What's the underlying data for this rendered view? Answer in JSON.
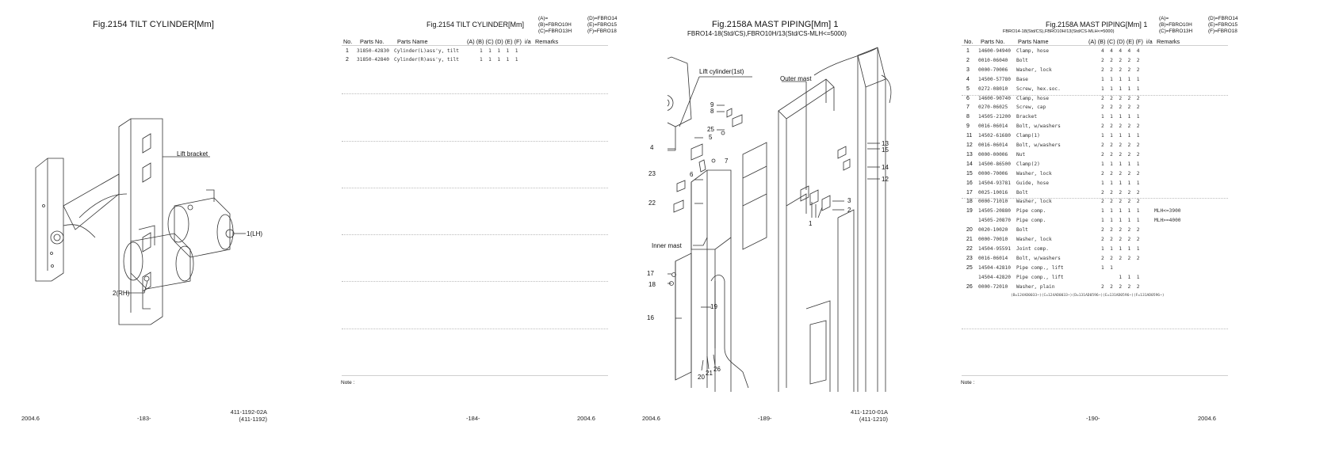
{
  "page1": {
    "fig_title": "Fig.2154  TILT CYLINDER[Mm]",
    "labels": {
      "lift_bracket": "Lift bracket",
      "lh": "1(LH)",
      "rh": "2(RH)"
    },
    "footer": {
      "date": "2004.6",
      "page": "-183-",
      "code1": "411-1192-02A",
      "code2": "(411-1192)"
    }
  },
  "page2": {
    "fig_title": "Fig.2154  TILT CYLINDER[Mm]",
    "models": [
      {
        "a": "(A)=",
        "b": "(D)=FBRO14"
      },
      {
        "a": "(B)=FBRO10H",
        "b": "(E)=FBRO15"
      },
      {
        "a": "(C)=FBRO13H",
        "b": "(F)=FBRO18"
      }
    ],
    "columns": {
      "no": "No.",
      "parts_no": "Parts No.",
      "parts_name": "Parts Name",
      "abcdef": "(A) (B) (C) (D) (E) (F)",
      "ia": "i/a",
      "remarks": "Remarks"
    },
    "rows": [
      {
        "no": "1",
        "parts_no": "31850-42830",
        "name": "Cylinder(L)ass'y, tilt",
        "qty": "1  1  1  1  1",
        "remarks": ""
      },
      {
        "no": "2",
        "parts_no": "31850-42840",
        "name": "Cylinder(R)ass'y, tilt",
        "qty": "1  1  1  1  1",
        "remarks": ""
      }
    ],
    "note": "Note :",
    "footer": {
      "page": "-184-",
      "date": "2004.6"
    }
  },
  "page3": {
    "fig_title": "Fig.2158A  MAST PIPING[Mm] 1",
    "subtitle": "FBRO14-18(Std/CS),FBRO10H/13(Std/CS-MLH<=5000)",
    "labels": {
      "lift_cyl": "Lift cylinder(1st)",
      "outer_mast": "Outer mast",
      "inner_mast": "Inner mast",
      "n1": "1",
      "n2": "2",
      "n3": "3",
      "n4": "4",
      "n5": "5",
      "n6": "6",
      "n7": "7",
      "n8": "8",
      "n9": "9",
      "n12": "12",
      "n13": "13",
      "n14": "14",
      "n15": "15",
      "n16": "16",
      "n17": "17",
      "n18": "18",
      "n19": "19",
      "n20": "20",
      "n21": "21",
      "n22": "22",
      "n23": "23",
      "n25": "25",
      "n26": "26"
    },
    "footer": {
      "date": "2004.6",
      "page": "-189-",
      "code1": "411-1210-01A",
      "code2": "(411-1210)"
    }
  },
  "page4": {
    "fig_title": "Fig.2158A  MAST PIPING[Mm] 1",
    "subtitle": "FBRO14-18(Std/CS),FBRO10H/13(Std/CS-MLH<=5000)",
    "models": [
      {
        "a": "(A)=",
        "b": "(D)=FBRO14"
      },
      {
        "a": "(B)=FBRO10H",
        "b": "(E)=FBRO15"
      },
      {
        "a": "(C)=FBRO13H",
        "b": "(F)=FBRO18"
      }
    ],
    "columns": {
      "no": "No.",
      "parts_no": "Parts No.",
      "parts_name": "Parts Name",
      "abcdef": "(A) (B) (C) (D) (E) (F)",
      "ia": "i/a",
      "remarks": "Remarks"
    },
    "rows": [
      {
        "no": "1",
        "parts_no": "14600-94940",
        "name": "Clamp, hose",
        "qty": "4  4  4  4  4",
        "remarks": ""
      },
      {
        "no": "2",
        "parts_no": "0010-06040",
        "name": "Bolt",
        "qty": "2  2  2  2  2",
        "remarks": ""
      },
      {
        "no": "3",
        "parts_no": "0000-70006",
        "name": "Washer, lock",
        "qty": "2  2  2  2  2",
        "remarks": ""
      },
      {
        "no": "4",
        "parts_no": "14500-57780",
        "name": "Base",
        "qty": "1  1  1  1  1",
        "remarks": ""
      },
      {
        "no": "5",
        "parts_no": "0272-08010",
        "name": "Screw, hex.soc.",
        "qty": "1  1  1  1  1",
        "remarks": ""
      },
      {
        "no": "6",
        "parts_no": "14600-90740",
        "name": "Clamp, hose",
        "qty": "2  2  2  2  2",
        "remarks": ""
      },
      {
        "no": "7",
        "parts_no": "0270-06025",
        "name": "Screw, cap",
        "qty": "2  2  2  2  2",
        "remarks": ""
      },
      {
        "no": "8",
        "parts_no": "14505-21200",
        "name": "Bracket",
        "qty": "1  1  1  1  1",
        "remarks": ""
      },
      {
        "no": "9",
        "parts_no": "0016-06014",
        "name": "Bolt, w/washers",
        "qty": "2  2  2  2  2",
        "remarks": ""
      },
      {
        "no": "11",
        "parts_no": "14502-61680",
        "name": "Clamp(1)",
        "qty": "1  1  1  1  1",
        "remarks": ""
      },
      {
        "no": "12",
        "parts_no": "0016-06014",
        "name": "Bolt, w/washers",
        "qty": "2  2  2  2  2",
        "remarks": ""
      },
      {
        "no": "13",
        "parts_no": "0000-00006",
        "name": "Nut",
        "qty": "2  2  2  2  2",
        "remarks": ""
      },
      {
        "no": "14",
        "parts_no": "14500-86500",
        "name": "Clamp(2)",
        "qty": "1  1  1  1  1",
        "remarks": ""
      },
      {
        "no": "15",
        "parts_no": "0000-70006",
        "name": "Washer, lock",
        "qty": "2  2  2  2  2",
        "remarks": ""
      },
      {
        "no": "16",
        "parts_no": "14504-93781",
        "name": "Guide, hose",
        "qty": "1  1  1  1  1",
        "remarks": ""
      },
      {
        "no": "17",
        "parts_no": "0025-10016",
        "name": "Bolt",
        "qty": "2  2  2  2  2",
        "remarks": ""
      },
      {
        "no": "18",
        "parts_no": "0000-71010",
        "name": "Washer, lock",
        "qty": "2  2  2  2  2",
        "remarks": ""
      },
      {
        "no": "19",
        "parts_no": "14505-20880",
        "name": "Pipe comp.",
        "qty": "1  1  1  1  1",
        "remarks": "MLH<=3900"
      },
      {
        "no": "",
        "parts_no": "14505-20870",
        "name": "Pipe comp.",
        "qty": "1  1  1  1  1",
        "remarks": "MLH>=4000"
      },
      {
        "no": "20",
        "parts_no": "0020-10020",
        "name": "Bolt",
        "qty": "2  2  2  2  2",
        "remarks": ""
      },
      {
        "no": "21",
        "parts_no": "0000-70010",
        "name": "Washer, lock",
        "qty": "2  2  2  2  2",
        "remarks": ""
      },
      {
        "no": "22",
        "parts_no": "14504-95591",
        "name": "Joint comp.",
        "qty": "1  1  1  1  1",
        "remarks": ""
      },
      {
        "no": "23",
        "parts_no": "0016-06014",
        "name": "Bolt, w/washers",
        "qty": "2  2  2  2  2",
        "remarks": ""
      },
      {
        "no": "25",
        "parts_no": "14504-42810",
        "name": "Pipe comp., lift",
        "qty": "1  1",
        "remarks": ""
      },
      {
        "no": "",
        "parts_no": "14504-42820",
        "name": "Pipe comp., lift",
        "qty": "      1  1  1",
        "remarks": ""
      },
      {
        "no": "26",
        "parts_no": "0000-72010",
        "name": "Washer, plain",
        "qty": "2  2  2  2  2",
        "remarks": ""
      }
    ],
    "code_note": "(B=124AD0033~)(C=124AD0033~)(D=131AD0596~)(E=131AD0596~)(F=131AD0596~)",
    "note": "Note :",
    "footer": {
      "page": "-190-",
      "date": "2004.6"
    }
  }
}
